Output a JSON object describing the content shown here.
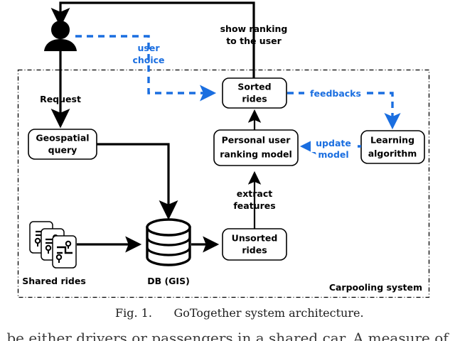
{
  "figure": {
    "title": "GoTogether system architecture diagram",
    "caption_prefix": "Fig. 1.",
    "caption_text": "GoTogether system architecture.",
    "body_text_fragment": "be either drivers or passengers in a shared car. A measure of",
    "boundary_label": "Carpooling system"
  },
  "colors": {
    "black": "#000000",
    "blue": "#1a6ee0",
    "white": "#ffffff",
    "caption_gray": "#1c1c1c"
  },
  "nodes": {
    "user": {
      "label": "",
      "icon": "user-person-icon"
    },
    "geospatial_query": {
      "line1": "Geospatial",
      "line2": "query"
    },
    "shared_rides": {
      "label": "Shared rides",
      "icon": "stacked-documents-icon"
    },
    "db": {
      "label": "DB (GIS)",
      "icon": "database-cylinder-icon"
    },
    "unsorted_rides": {
      "line1": "Unsorted",
      "line2": "rides"
    },
    "personal_user_ranking_model": {
      "line1": "Personal user",
      "line2": "ranking model"
    },
    "sorted_rides": {
      "line1": "Sorted",
      "line2": "rides"
    },
    "learning_algorithm": {
      "line1": "Learning",
      "line2": "algorithm"
    }
  },
  "edges": {
    "request": {
      "label": "Request",
      "style": "solid-black"
    },
    "show_ranking": {
      "line1": "show ranking",
      "line2": "to the user",
      "style": "solid-black"
    },
    "extract_features": {
      "line1": "extract",
      "line2": "features",
      "style": "solid-black"
    },
    "user_choice": {
      "line1": "user",
      "line2": "choice",
      "style": "dashed-blue"
    },
    "feedbacks": {
      "label": "feedbacks",
      "style": "dashed-blue"
    },
    "update_model": {
      "line1": "update",
      "line2": "model",
      "style": "dashed-blue"
    }
  }
}
